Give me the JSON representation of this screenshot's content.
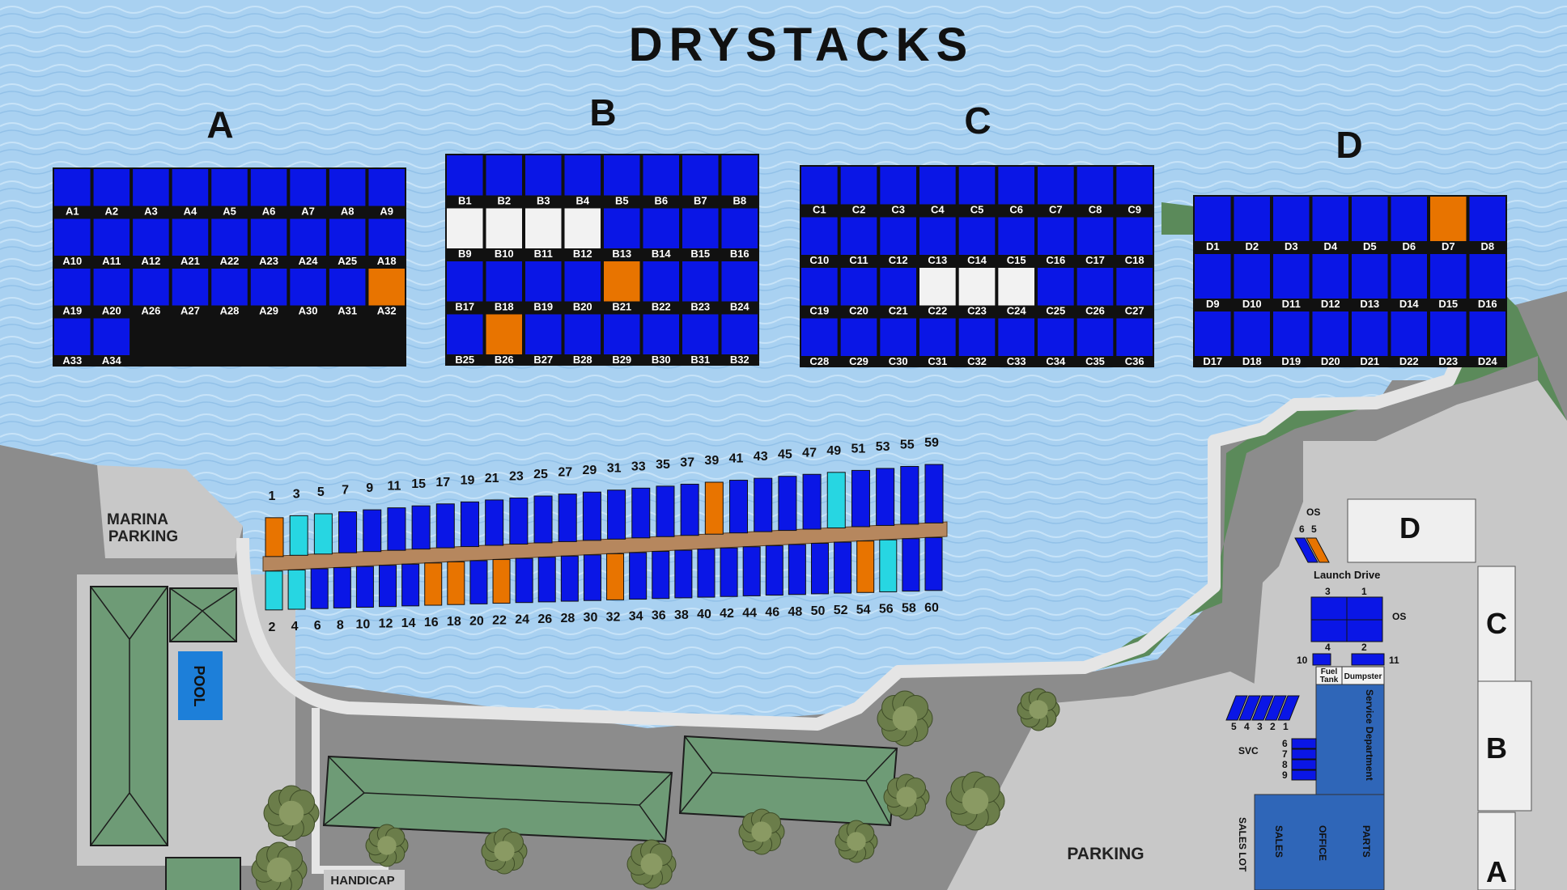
{
  "title": "DRYSTACKS",
  "colors": {
    "water": "#a9d1f1",
    "slip": "#0a16e6",
    "occupied": "#e87400",
    "available": "#f2f2f2",
    "reserved": "#27d6e2",
    "dock": "#b6875e",
    "land_dark": "#8c8c8c",
    "land_light": "#c8c8c8",
    "grass": "#5b8a5a",
    "roof": "#6e9b76",
    "building": "#2f66b8",
    "pool": "#1d7fd9"
  },
  "racks": [
    {
      "name": "A",
      "slots": [
        "A1",
        "A2",
        "A3",
        "A4",
        "A5",
        "A6",
        "A7",
        "A8",
        "A9",
        "A10",
        "A11",
        "A12",
        "A21",
        "A22",
        "A23",
        "A24",
        "A25",
        "A18",
        "A19",
        "A20",
        "A26",
        "A27",
        "A28",
        "A29",
        "A30",
        "A31",
        "A32",
        "A33",
        "A34"
      ],
      "occupied": [
        "A32"
      ],
      "available": []
    },
    {
      "name": "B",
      "slots": [
        "B1",
        "B2",
        "B3",
        "B4",
        "B5",
        "B6",
        "B7",
        "B8",
        "B9",
        "B10",
        "B11",
        "B12",
        "B13",
        "B14",
        "B15",
        "B16",
        "B17",
        "B18",
        "B19",
        "B20",
        "B21",
        "B22",
        "B23",
        "B24",
        "B25",
        "B26",
        "B27",
        "B28",
        "B29",
        "B30",
        "B31",
        "B32"
      ],
      "occupied": [
        "B21",
        "B26"
      ],
      "available": [
        "B9",
        "B10",
        "B11",
        "B12"
      ]
    },
    {
      "name": "C",
      "slots": [
        "C1",
        "C2",
        "C3",
        "C4",
        "C5",
        "C6",
        "C7",
        "C8",
        "C9",
        "C10",
        "C11",
        "C12",
        "C13",
        "C14",
        "C15",
        "C16",
        "C17",
        "C18",
        "C19",
        "C20",
        "C21",
        "C22",
        "C23",
        "C24",
        "C25",
        "C26",
        "C27",
        "C28",
        "C29",
        "C30",
        "C31",
        "C32",
        "C33",
        "C34",
        "C35",
        "C36"
      ],
      "occupied": [],
      "available": [
        "C22",
        "C23",
        "C24"
      ]
    },
    {
      "name": "D",
      "slots": [
        "D1",
        "D2",
        "D3",
        "D4",
        "D5",
        "D6",
        "D7",
        "D8",
        "D9",
        "D10",
        "D11",
        "D12",
        "D13",
        "D14",
        "D15",
        "D16",
        "D17",
        "D18",
        "D19",
        "D20",
        "D21",
        "D22",
        "D23",
        "D24"
      ],
      "occupied": [
        "D7"
      ],
      "available": []
    }
  ],
  "dock": {
    "top_labels": [
      "1",
      "3",
      "5",
      "7",
      "9",
      "11",
      "15",
      "17",
      "19",
      "21",
      "23",
      "25",
      "27",
      "29",
      "31",
      "33",
      "35",
      "37",
      "39",
      "41",
      "43",
      "45",
      "47",
      "49",
      "51",
      "53",
      "55",
      "59"
    ],
    "bottom_labels": [
      "2",
      "4",
      "6",
      "8",
      "10",
      "12",
      "14",
      "16",
      "18",
      "20",
      "22",
      "24",
      "26",
      "28",
      "30",
      "32",
      "34",
      "36",
      "38",
      "40",
      "42",
      "44",
      "46",
      "48",
      "50",
      "52",
      "54",
      "56",
      "58",
      "60"
    ]
  },
  "labels": {
    "marina_parking": [
      "MARINA",
      "PARKING"
    ],
    "pool": "POOL",
    "handicap": "HANDICAP",
    "parking": "PARKING",
    "launch_drive": "Launch Drive",
    "os": "OS",
    "fuel_tank": [
      "Fuel",
      "Tank"
    ],
    "dumpster": "Dumpster",
    "service_department": "Service Department",
    "svc": "SVC",
    "sales_lot": "SALES LOT",
    "sales": "SALES",
    "office": "OFFICE",
    "parts": "PARTS",
    "lot_d": "D",
    "lot_c": "C",
    "lot_b": "B",
    "lot_a": "A",
    "os_top_nums": [
      "6",
      "5"
    ],
    "os_grid_top": [
      "3",
      "1"
    ],
    "os_grid_bottom": [
      "4",
      "2"
    ],
    "side_left": "10",
    "side_right": "11",
    "lift_nums": [
      "5",
      "4",
      "3",
      "2",
      "1"
    ],
    "svc_nums": [
      "6",
      "7",
      "8",
      "9"
    ]
  }
}
